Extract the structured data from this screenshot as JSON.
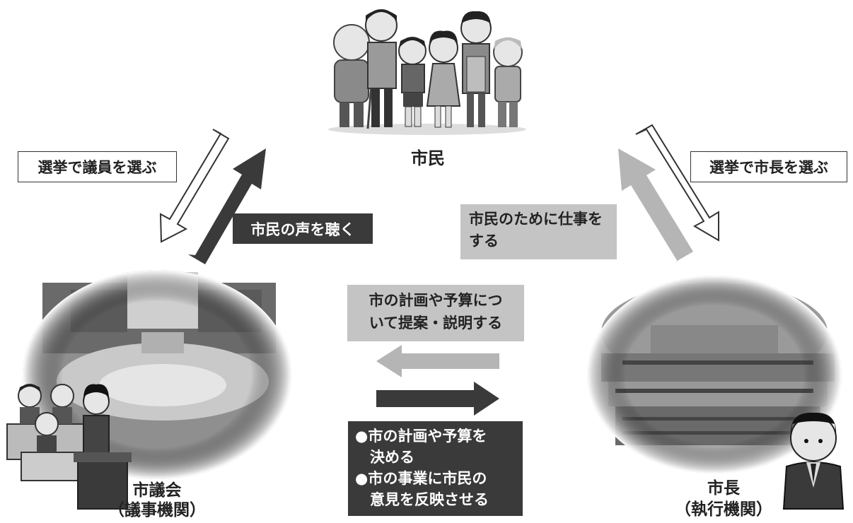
{
  "citizens": {
    "label": "市民"
  },
  "council": {
    "label_line1": "市議会",
    "label_line2": "（議事機関）"
  },
  "mayor": {
    "label_line1": "市長",
    "label_line2": "（執行機関）"
  },
  "flows": {
    "elect_council": "選挙で議員を選ぶ",
    "elect_mayor": "選挙で市長を選ぶ",
    "listen_citizens": "市民の声を聴く",
    "work_for_citizens_line1": "市民のために仕事を",
    "work_for_citizens_line2": "する",
    "propose_line1": "市の計画や予算につ",
    "propose_line2": "いて提案・説明する",
    "decide_line1": "●市の計画や予算を",
    "decide_line2": "　決める",
    "reflect_line1": "●市の事業に市民の",
    "reflect_line2": "　意見を反映させる"
  },
  "colors": {
    "dark": "#3a3a3a",
    "light": "#c4c4c4",
    "outline": "#333333"
  }
}
